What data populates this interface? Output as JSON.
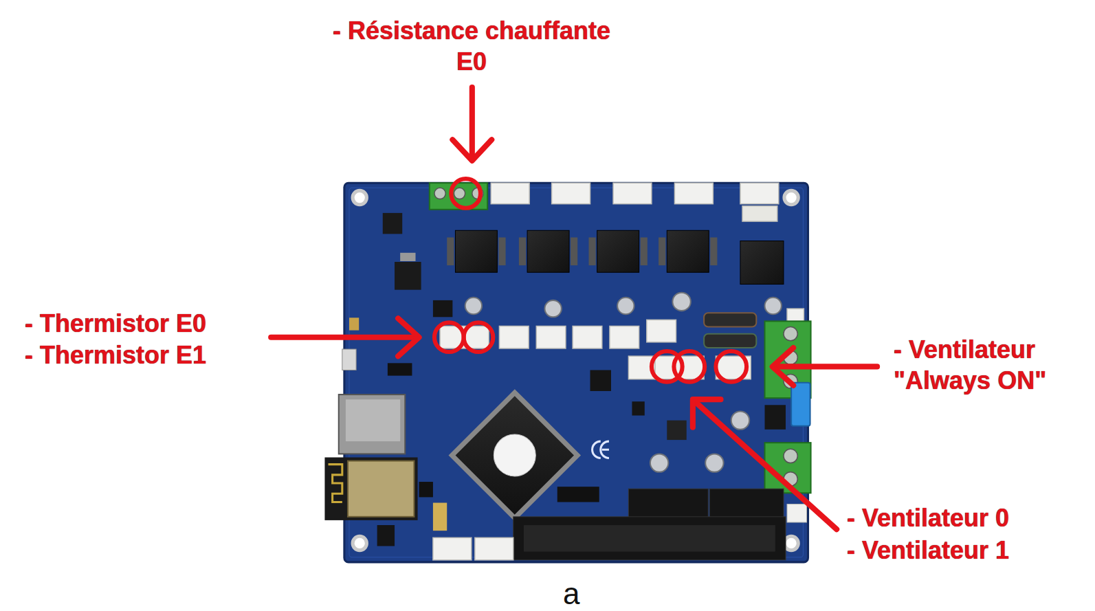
{
  "diagram": {
    "caption": "a",
    "labels": [
      "- Résistance chauffante E0",
      "- Thermistor E0",
      "- Thermistor E1",
      "- Ventilateur \"Always ON\"",
      "- Ventilateur 0",
      "- Ventilateur 1"
    ]
  }
}
